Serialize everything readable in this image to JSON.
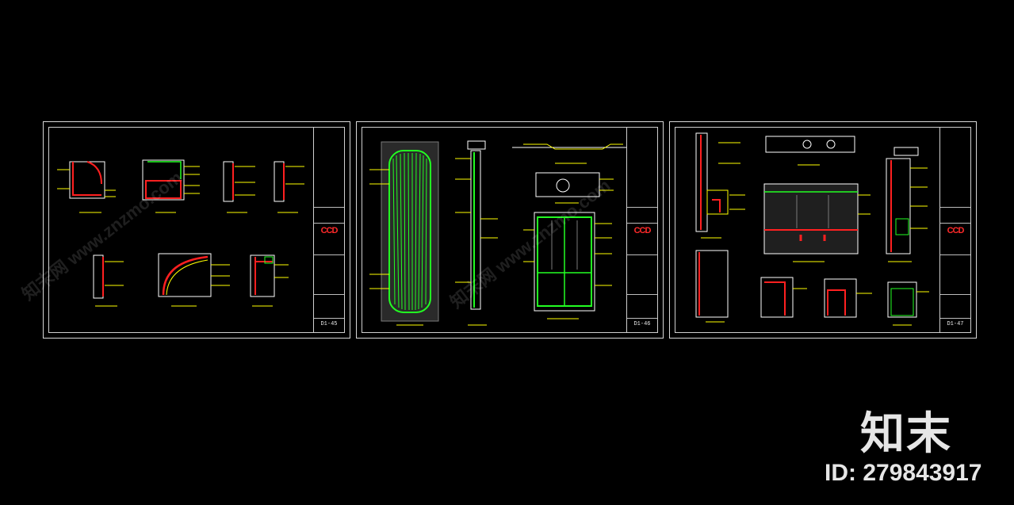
{
  "sheets": [
    {
      "sheet_no": "D1-45",
      "logo": "CCD"
    },
    {
      "sheet_no": "D1-46",
      "logo": "CCD"
    },
    {
      "sheet_no": "D1-47",
      "logo": "CCD"
    }
  ],
  "watermark": {
    "brand": "知末",
    "id_text": "ID: 279843917",
    "diagonal_text": "知末网 www.znzmo.com"
  },
  "colors": {
    "background": "#000000",
    "frame": "#d8d8d8",
    "cad_yellow": "#ffff00",
    "cad_green": "#22ff22",
    "cad_red": "#ff2020",
    "cad_white": "#ffffff",
    "cad_cyan": "#00e5ff",
    "cad_magenta": "#ff3cff"
  }
}
